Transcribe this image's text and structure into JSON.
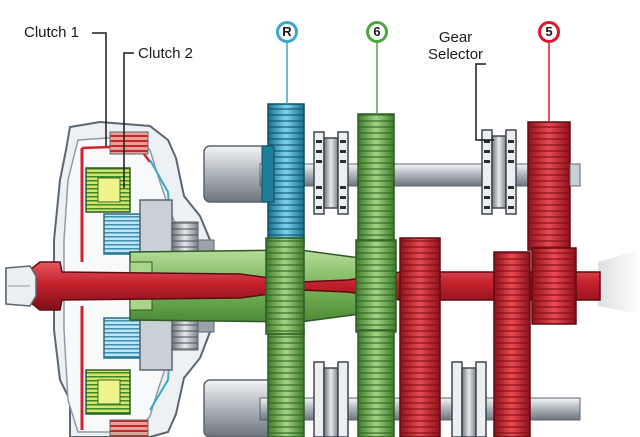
{
  "labels": {
    "clutch1": "Clutch 1",
    "clutch2": "Clutch 2",
    "gear_selector": "Gear\nSelector"
  },
  "gear_badges": {
    "reverse": "R",
    "sixth": "6",
    "fifth": "5"
  },
  "colors": {
    "reverse_gear": "#3aa8c8",
    "sixth_gear": "#4ea640",
    "fifth_gear": "#e0162b",
    "main_shaft": "#c21d2a",
    "hollow_shaft": "#79b85a",
    "housing": "#8f9aa6",
    "silver": "#b8bec5"
  }
}
